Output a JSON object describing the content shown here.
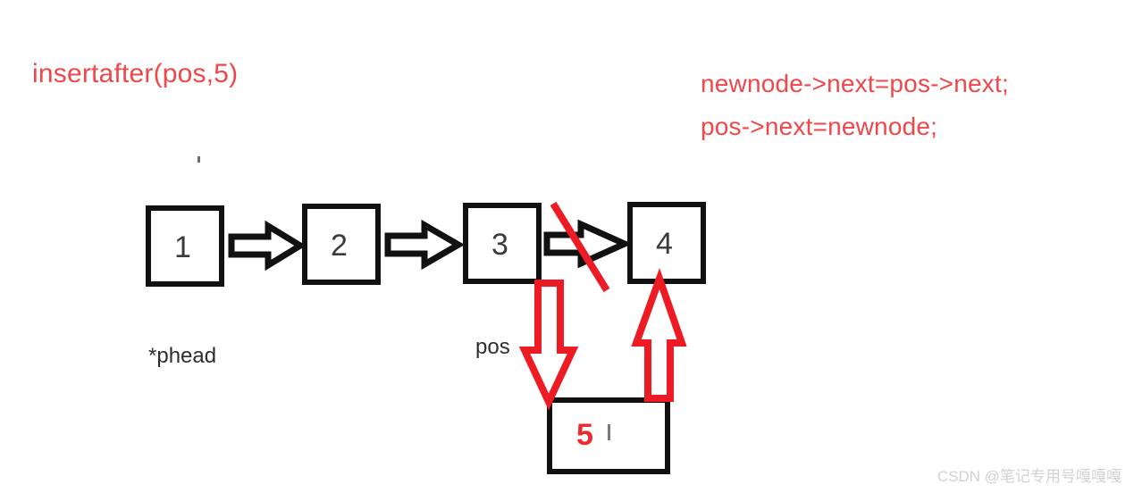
{
  "diagram": {
    "title": "insertafter(pos,5)",
    "code": {
      "line1": "newnode->next=pos->next;",
      "line2": "pos->next=newnode;"
    },
    "nodes": [
      {
        "id": "node-1",
        "label": "1",
        "color": "#3b3b3b"
      },
      {
        "id": "node-2",
        "label": "2",
        "color": "#3b3b3b"
      },
      {
        "id": "node-3",
        "label": "3",
        "color": "#3b3b3b"
      },
      {
        "id": "node-4",
        "label": "4",
        "color": "#3b3b3b"
      },
      {
        "id": "node-5",
        "label": "5",
        "color": "#ED2A30"
      }
    ],
    "labels": {
      "phead": "*phead",
      "pos": "pos"
    },
    "arrows": [
      {
        "name": "arrow-1-to-2",
        "style": "hollow-block",
        "color": "#111111",
        "direction": "right"
      },
      {
        "name": "arrow-2-to-3",
        "style": "hollow-block",
        "color": "#111111",
        "direction": "right"
      },
      {
        "name": "arrow-3-to-4",
        "style": "hollow-block",
        "color": "#111111",
        "direction": "right",
        "struck_out": true
      },
      {
        "name": "arrow-pos-to-newnode",
        "style": "outline",
        "color": "#ED1C24",
        "direction": "down"
      },
      {
        "name": "arrow-newnode-to-node4",
        "style": "outline",
        "color": "#ED1C24",
        "direction": "up"
      }
    ],
    "strike": {
      "name": "strike-through-line",
      "color": "#ED1C24"
    },
    "colors": {
      "accent_red": "#ED1C24",
      "text_red": "#F0474A",
      "node_border": "#111111",
      "background": "#ffffff",
      "watermark": "#d2d2d4"
    }
  },
  "watermark": {
    "text": "CSDN @笔记专用号嘎嘎嘎"
  }
}
